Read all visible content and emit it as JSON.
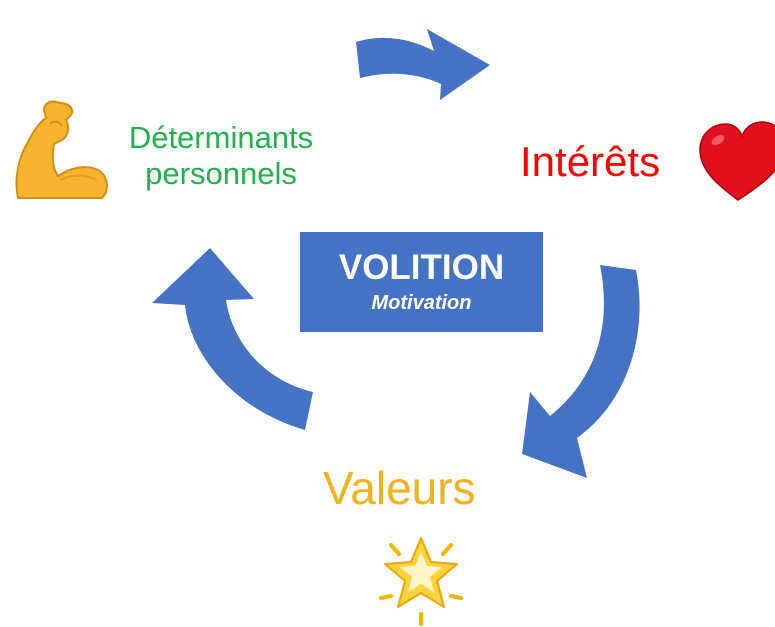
{
  "colors": {
    "arrow": "#4472c4",
    "box": "#4472c4",
    "determinants": "#22b14c",
    "interets": "#ff0000",
    "valeurs": "#f2b21b",
    "box_text": "#ffffff"
  },
  "nodes": {
    "determinants": {
      "line1": "Déterminants",
      "line2": "personnels",
      "icon": "flexed-biceps-icon"
    },
    "interets": {
      "label": "Intérêts",
      "icon": "red-heart-icon"
    },
    "valeurs": {
      "label": "Valeurs",
      "icon": "glowing-star-icon"
    }
  },
  "center": {
    "title": "VOLITION",
    "subtitle": "Motivation"
  }
}
